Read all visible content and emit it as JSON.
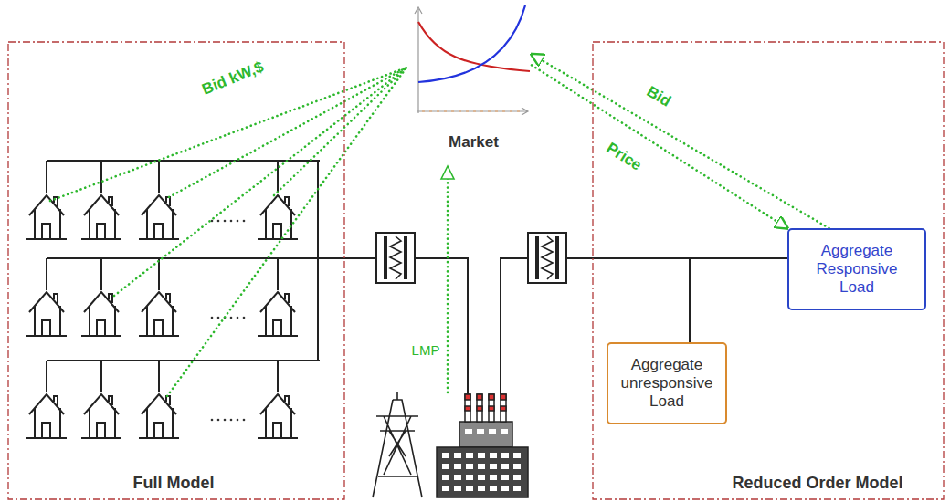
{
  "diagram": {
    "nodes": [
      {
        "text": [
          "Full Model"
        ]
      },
      {
        "text": [
          "Market"
        ]
      },
      {
        "text": [
          "Reduced Order Model"
        ]
      },
      {
        "text": [
          "Aggregate Responsive Load"
        ],
        "in": 2
      },
      {
        "text": [
          "Aggregate unresponsive Load"
        ],
        "in": 2
      }
    ],
    "edges": [
      {
        "from": 3,
        "to": 1,
        "label": "Bid",
        "arrow": "to"
      },
      {
        "from": 1,
        "to": 3,
        "label": "Price",
        "arrow": "to"
      }
    ],
    "labels": [
      "Bid kW,$",
      "LMP"
    ]
  }
}
